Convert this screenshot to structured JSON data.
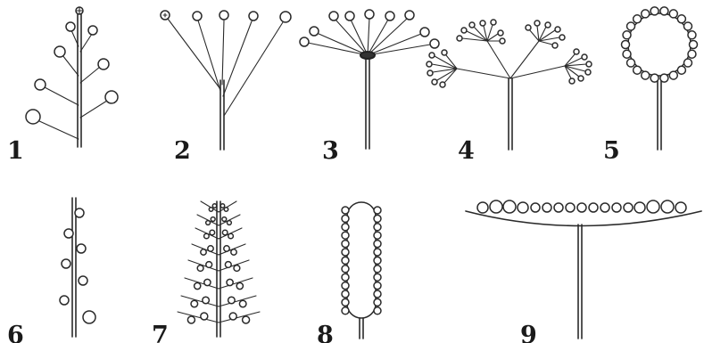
{
  "figure": {
    "panels": [
      {
        "label": "1",
        "type": "raceme"
      },
      {
        "label": "2",
        "type": "corymb"
      },
      {
        "label": "3",
        "type": "simple umbel"
      },
      {
        "label": "4",
        "type": "compound umbel"
      },
      {
        "label": "5",
        "type": "head"
      },
      {
        "label": "6",
        "type": "spike"
      },
      {
        "label": "7",
        "type": "compound spike"
      },
      {
        "label": "8",
        "type": "spadix"
      },
      {
        "label": "9",
        "type": "capitulum"
      }
    ]
  }
}
